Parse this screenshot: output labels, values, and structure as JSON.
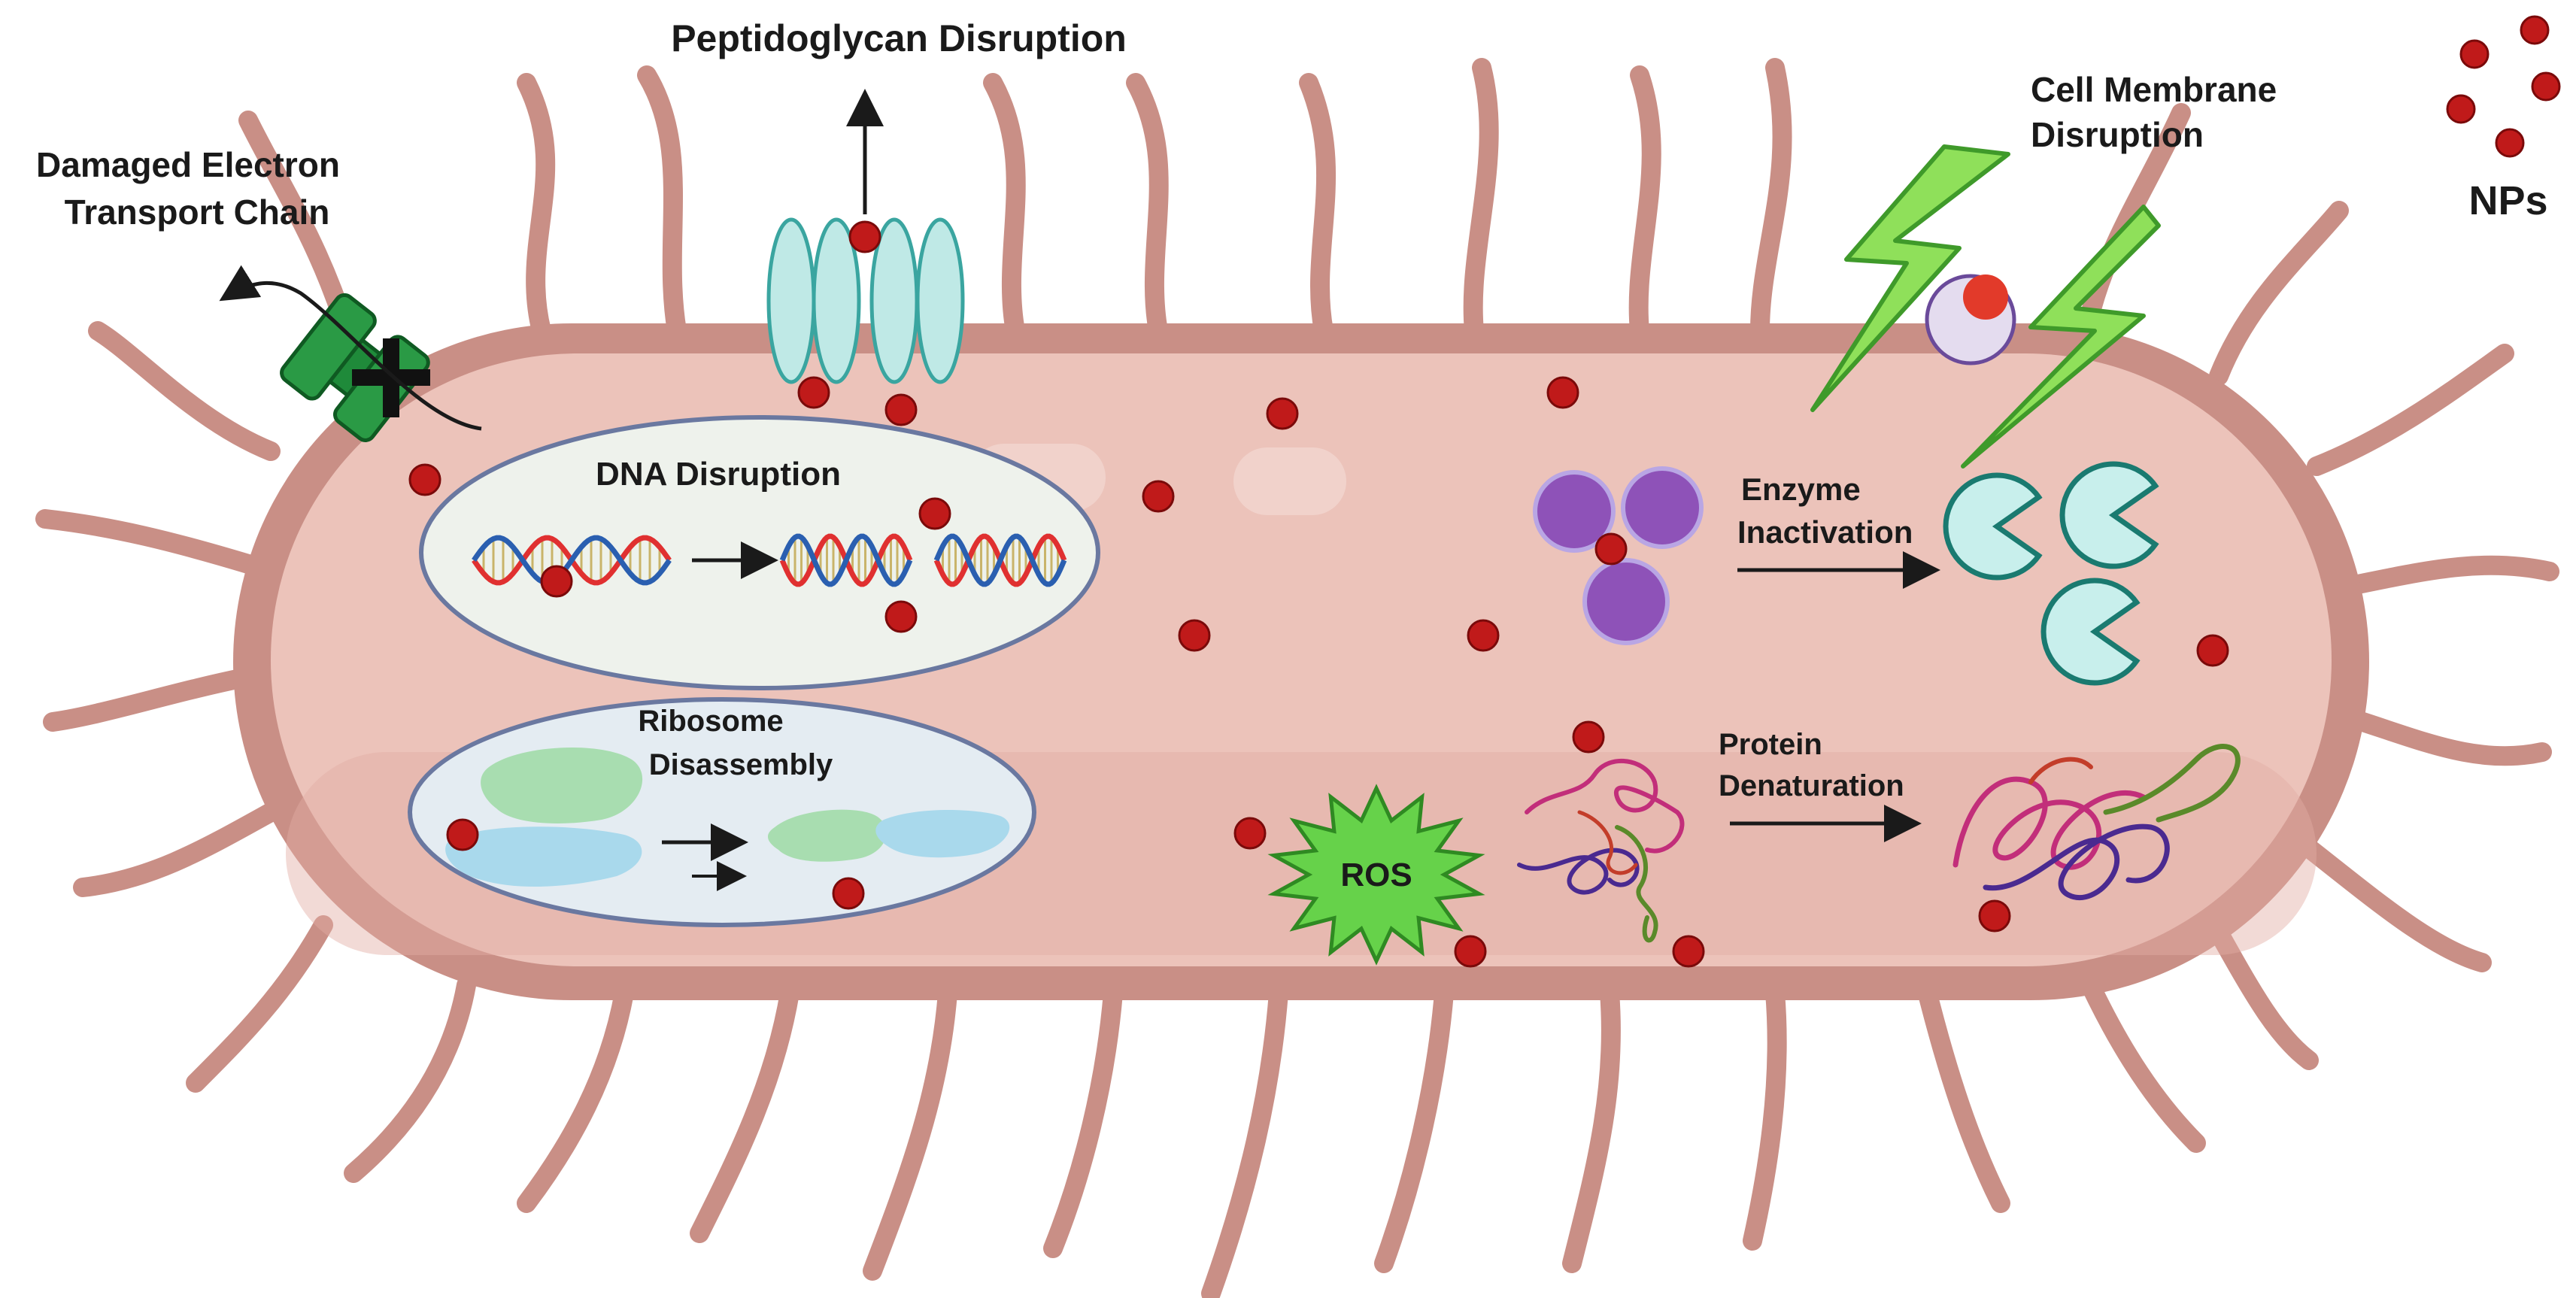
{
  "labels": {
    "peptidoglycan": "Peptidoglycan Disruption",
    "etc_line1": "Damaged Electron",
    "etc_line2": "Transport Chain",
    "membrane_line1": "Cell Membrane",
    "membrane_line2": "Disruption",
    "nps": "NPs",
    "dna": "DNA Disruption",
    "ribosome_line1": "Ribosome",
    "ribosome_line2": "Disassembly",
    "enzyme_line1": "Enzyme",
    "enzyme_line2": "Inactivation",
    "ros": "ROS",
    "protein_line1": "Protein",
    "protein_line2": "Denaturation"
  },
  "colors": {
    "cell_outer": "#c98f86",
    "cell_inner": "#ebc0b7",
    "flagella": "#c98f86",
    "nanoparticle": "#c01a1a",
    "peptidoglycan": "#bfe9e6",
    "etc_channel": "#1f8a3a",
    "lightning": "#8fe05a",
    "enzyme_active": "#8e52b8",
    "enzyme_inactive": "#c8efec",
    "ros": "#66d24a",
    "dna_red": "#e03030",
    "dna_blue": "#2a5fb0",
    "ribosome_green": "#a8ddb0",
    "ribosome_blue": "#a9d9ec"
  },
  "icons": [
    "nanoparticle-icon",
    "lightning-icon",
    "dna-helix-icon",
    "ribosome-icon",
    "enzyme-icon",
    "pacman-enzyme-icon",
    "ros-burst-icon",
    "protein-coil-icon",
    "etc-channel-icon",
    "peptidoglycan-icon",
    "vesicle-icon",
    "arrow-icon"
  ]
}
